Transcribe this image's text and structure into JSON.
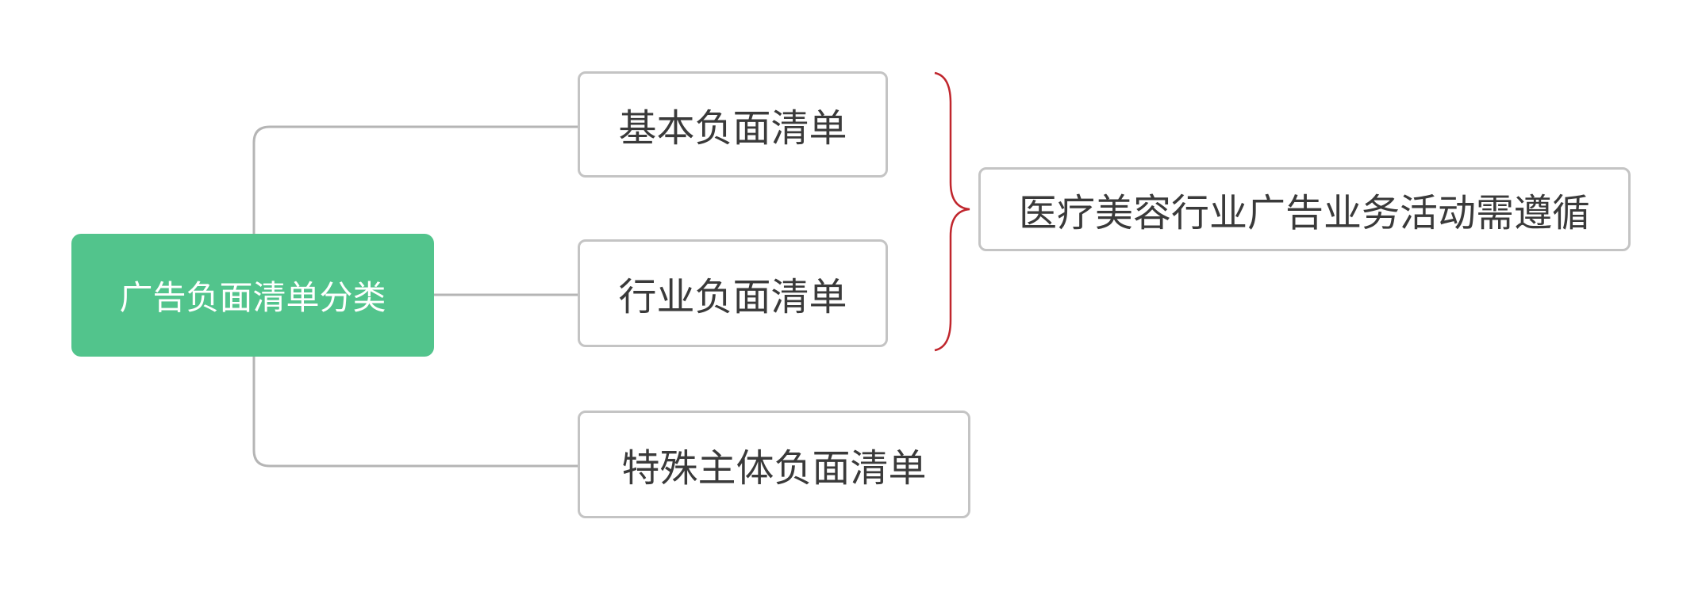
{
  "root": {
    "label": "广告负面清单分类"
  },
  "children": [
    {
      "label": "基本负面清单"
    },
    {
      "label": "行业负面清单"
    },
    {
      "label": "特殊主体负面清单"
    }
  ],
  "summary": {
    "label": "医疗美容行业广告业务活动需遵循"
  },
  "colors": {
    "root": "#52c48c",
    "connector": "#b5b5b5",
    "brace": "#c0262d",
    "border": "#c4c4c4"
  }
}
